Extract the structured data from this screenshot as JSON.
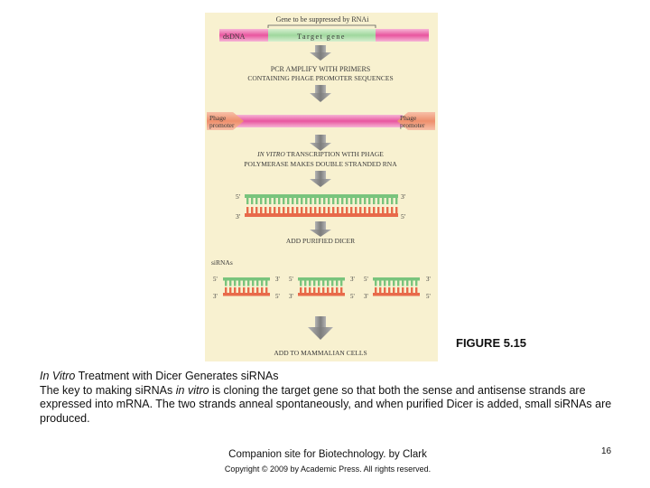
{
  "figure": {
    "gene_label": "Gene to be suppressed by RNAi",
    "dsdna_label": "dsDNA",
    "target_gene_label": "Target gene",
    "step1": [
      "PCR AMPLIFY WITH PRIMERS",
      "CONTAINING PHAGE PROMOTER SEQUENCES"
    ],
    "promoter_left": [
      "Phage",
      "promoter"
    ],
    "promoter_right": [
      "Phage",
      "promoter"
    ],
    "step2_italic": "IN VITRO",
    "step2_line1_rest": " TRANSCRIPTION WITH PHAGE",
    "step2_line2": "POLYMERASE MAKES DOUBLE STRANDED RNA",
    "five_prime": "5'",
    "three_prime": "3'",
    "step3": "ADD PURIFIED DICER",
    "sirnas_label": "siRNAs",
    "step4": "ADD TO MAMMALIAN CELLS",
    "colors": {
      "background": "#f8f1d0",
      "pink": "#e8559f",
      "green": "#79c47d",
      "red": "#e86a4a",
      "arrow": "#8f8f8f"
    }
  },
  "caption": {
    "figure_number": "FIGURE 5.15",
    "title_italic": "In Vitro",
    "title_rest": " Treatment with Dicer Generates siRNAs",
    "body_1": "The key to making siRNAs ",
    "body_italic": "in vitro",
    "body_2": " is cloning the target gene so that both the sense and antisense strands are expressed into mRNA. The two strands anneal spontaneously, and when purified Dicer is added, small siRNAs are produced."
  },
  "footer": {
    "companion": "Companion site for Biotechnology. by Clark",
    "copyright": "Copyright © 2009 by Academic Press. All rights reserved.",
    "page_number": "16"
  }
}
